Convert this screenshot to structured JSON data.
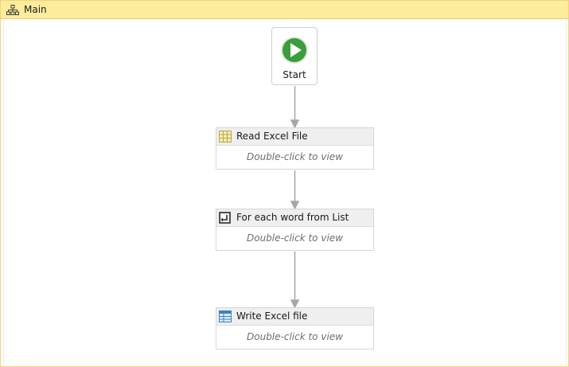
{
  "header": {
    "title": "Main",
    "icon": "sequence-hierarchy-icon"
  },
  "start": {
    "label": "Start",
    "icon": "play-icon",
    "color": "#3a9e3a"
  },
  "activities": [
    {
      "title": "Read Excel File",
      "hint": "Double-click to view",
      "icon": "read-excel-icon"
    },
    {
      "title": "For each word from List",
      "hint": "Double-click to view",
      "icon": "for-each-loop-icon"
    },
    {
      "title": "Write Excel file",
      "hint": "Double-click to view",
      "icon": "write-excel-icon"
    }
  ],
  "colors": {
    "header_bg": "#fdec9c",
    "connector": "#a6a6a6"
  }
}
